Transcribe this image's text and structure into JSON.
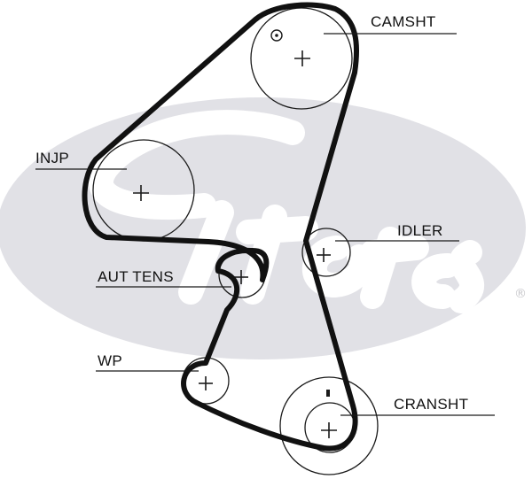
{
  "watermark": {
    "brand": "Gates",
    "registered_mark": "®"
  },
  "labels": {
    "camshaft": "CAMSHT",
    "injection_pump": "INJP",
    "idler": "IDLER",
    "auto_tensioner": "AUT TENS",
    "water_pump": "WP",
    "crankshaft": "CRANSHT"
  },
  "colors": {
    "belt": "#111111",
    "watermark": "#e1e1e6",
    "line": "#1a1a1a"
  }
}
